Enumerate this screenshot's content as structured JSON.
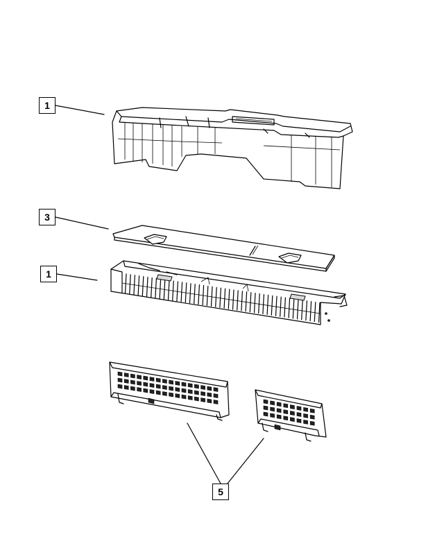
{
  "callouts": [
    {
      "id": "c1a",
      "label": "1"
    },
    {
      "id": "c3",
      "label": "3"
    },
    {
      "id": "c1b",
      "label": "1"
    },
    {
      "id": "c5",
      "label": "5"
    }
  ]
}
